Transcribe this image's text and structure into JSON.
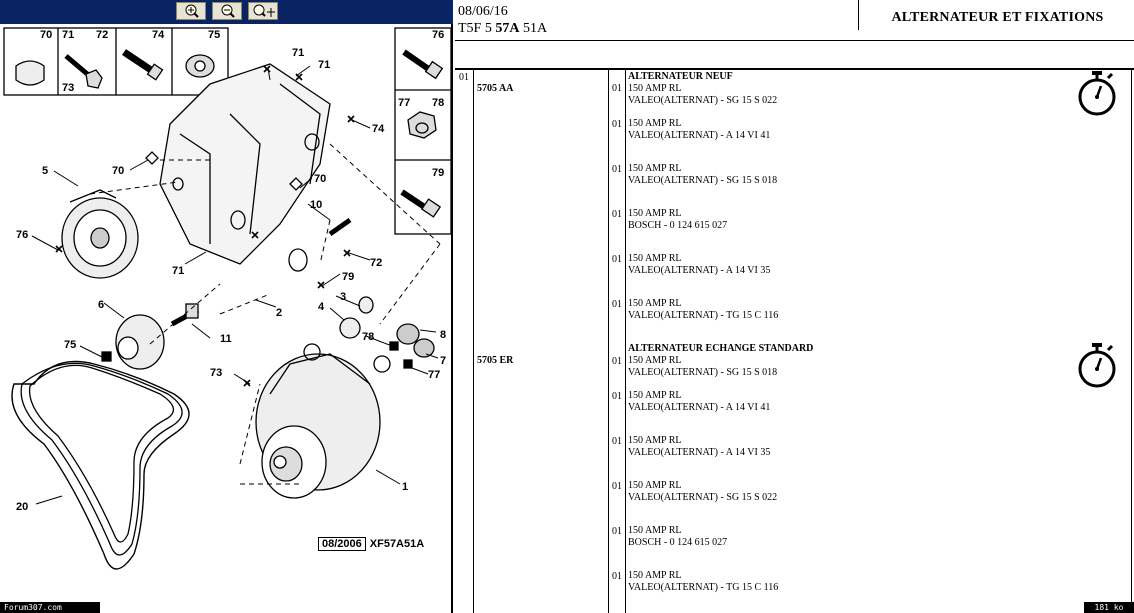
{
  "toolbar": {
    "zoom_in_icon": "zoom-in-icon",
    "zoom_out_icon": "zoom-out-icon",
    "zoom_fit_icon": "zoom-move-icon"
  },
  "diagram": {
    "callouts": [
      "1",
      "2",
      "3",
      "4",
      "5",
      "6",
      "7",
      "8",
      "10",
      "11",
      "20",
      "70",
      "71",
      "72",
      "73",
      "74",
      "75",
      "76",
      "77",
      "78",
      "79"
    ],
    "inset_labels": [
      "70",
      "71",
      "72",
      "73",
      "74",
      "75",
      "76",
      "77",
      "78",
      "79"
    ],
    "ref_date": "08/2006",
    "ref_code": "XF57A51A",
    "forum": "Forum307.com"
  },
  "header": {
    "date": "08/06/16",
    "code_prefix": "T5F 5 ",
    "code_bold": "57A",
    "code_suffix": " 51A",
    "title": "ALTERNATEUR ET FIXATIONS"
  },
  "list": {
    "col1": "01",
    "groups": [
      {
        "code": "5705 AA",
        "title": "ALTERNATEUR NEUF",
        "rows": [
          {
            "qty": "01",
            "line1": "150 AMP RL",
            "line2": "VALEO(ALTERNAT) - SG 15 S 022"
          },
          {
            "qty": "01",
            "line1": "150 AMP RL",
            "line2": "VALEO(ALTERNAT) - A 14 VI 41"
          },
          {
            "qty": "01",
            "line1": "150 AMP RL",
            "line2": "VALEO(ALTERNAT) - SG 15 S 018"
          },
          {
            "qty": "01",
            "line1": "150 AMP RL",
            "line2": "BOSCH - 0 124 615 027"
          },
          {
            "qty": "01",
            "line1": "150 AMP RL",
            "line2": "VALEO(ALTERNAT) - A 14 VI 35"
          },
          {
            "qty": "01",
            "line1": "150 AMP RL",
            "line2": "VALEO(ALTERNAT) - TG 15 C 116"
          }
        ]
      },
      {
        "code": "5705 ER",
        "title": "ALTERNATEUR ECHANGE STANDARD",
        "rows": [
          {
            "qty": "01",
            "line1": "150 AMP RL",
            "line2": "VALEO(ALTERNAT) - SG 15 S 018"
          },
          {
            "qty": "01",
            "line1": "150 AMP RL",
            "line2": "VALEO(ALTERNAT) - A 14 VI 41"
          },
          {
            "qty": "01",
            "line1": "150 AMP RL",
            "line2": "VALEO(ALTERNAT) - A 14 VI 35"
          },
          {
            "qty": "01",
            "line1": "150 AMP RL",
            "line2": "VALEO(ALTERNAT) - SG 15 S 022"
          },
          {
            "qty": "01",
            "line1": "150 AMP RL",
            "line2": "BOSCH - 0 124 615 027"
          },
          {
            "qty": "01",
            "line1": "150 AMP RL",
            "line2": "VALEO(ALTERNAT) - TG 15 C 116"
          }
        ]
      }
    ]
  },
  "footer": {
    "size": "181 ko"
  }
}
